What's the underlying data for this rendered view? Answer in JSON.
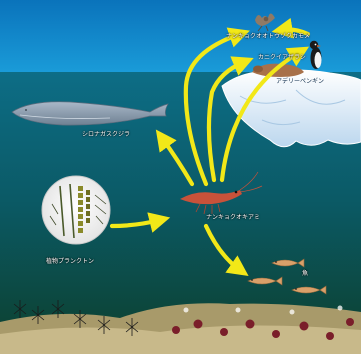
{
  "labels": {
    "skua": "ナンキョクオオトウゾクカモメ",
    "seal": "カニクイアザラシ",
    "penguin": "アデリーペンギン",
    "whale": "シロナガスクジラ",
    "krill": "ナンキョクオキアミ",
    "plankton": "植物プランクトン",
    "fish": "魚"
  },
  "colors": {
    "arrow": "#f2e818",
    "sky": "#0d82c8",
    "ocean_top": "#0b5c7a",
    "ocean_bottom": "#0d4232",
    "ice": "#e6f2fb",
    "whale": "#8ea1b4"
  }
}
